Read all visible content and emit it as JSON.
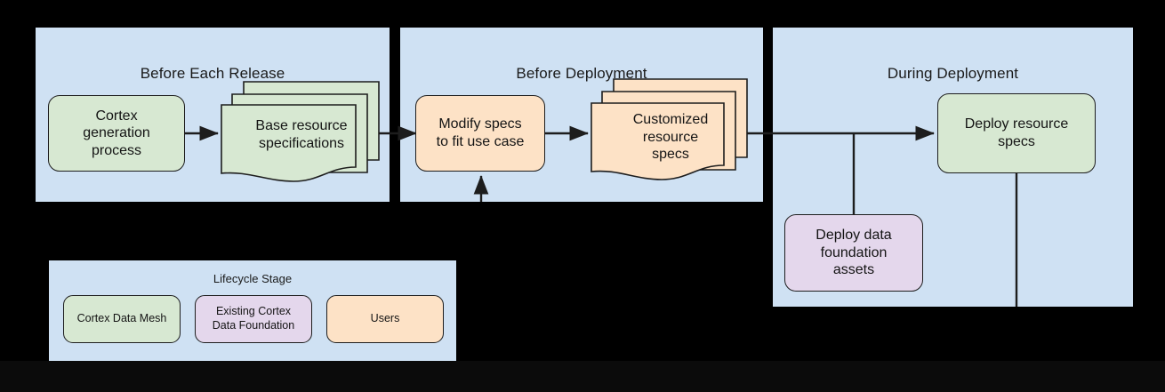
{
  "diagram": {
    "background_color": "#000000",
    "lane_fill": "#cfe1f3",
    "stroke_color": "#1d1d1d",
    "palette": {
      "cortex_data_mesh": "#d7e8d2",
      "existing_cortex_data_foundation": "#e4d7ec",
      "users": "#fde2c6"
    },
    "lanes": [
      {
        "id": "lane-before-each-release",
        "title": "Before Each Release"
      },
      {
        "id": "lane-before-deployment",
        "title": "Before Deployment"
      },
      {
        "id": "lane-during-deployment",
        "title": "During Deployment"
      }
    ],
    "nodes": [
      {
        "id": "cortex-generation-process",
        "label": "Cortex\ngeneration\nprocess",
        "line1": "Cortex",
        "line2": "generation",
        "line3": "process",
        "shape": "rounded-rect",
        "category": "Cortex Data Mesh",
        "fill": "#d7e8d2",
        "lane": "Before Each Release"
      },
      {
        "id": "base-resource-specifications",
        "label": "Base resource\nspecifications",
        "line1": "Base resource",
        "line2": "specifications",
        "shape": "stacked-document",
        "category": "Cortex Data Mesh",
        "fill": "#d7e8d2",
        "lane": "Before Each Release"
      },
      {
        "id": "modify-specs-to-fit-use-case",
        "label": "Modify specs\nto fit use case",
        "line1": "Modify specs",
        "line2": "to fit use case",
        "shape": "rounded-rect",
        "category": "Users",
        "fill": "#fde2c6",
        "lane": "Before Deployment"
      },
      {
        "id": "customized-resource-specs",
        "label": "Customized\nresource\nspecs",
        "line1": "Customized",
        "line2": "resource",
        "line3": "specs",
        "shape": "stacked-document",
        "category": "Users",
        "fill": "#fde2c6",
        "lane": "Before Deployment"
      },
      {
        "id": "deploy-resource-specs",
        "label": "Deploy resource\nspecs",
        "line1": "Deploy resource",
        "line2": "specs",
        "shape": "rounded-rect",
        "category": "Cortex Data Mesh",
        "fill": "#d7e8d2",
        "lane": "During Deployment"
      },
      {
        "id": "deploy-data-foundation-assets",
        "label": "Deploy data\nfoundation\nassets",
        "line1": "Deploy data",
        "line2": "foundation",
        "line3": "assets",
        "shape": "rounded-rect",
        "category": "Existing Cortex Data Foundation",
        "fill": "#e4d7ec",
        "lane": "During Deployment"
      }
    ],
    "edges": [
      {
        "id": "edge-cortex-to-base",
        "from": "cortex-generation-process",
        "to": "base-resource-specifications",
        "arrow": true
      },
      {
        "id": "edge-base-to-modify",
        "from": "base-resource-specifications",
        "to": "modify-specs-to-fit-use-case",
        "arrow": true
      },
      {
        "id": "edge-users-into-modify",
        "from": "users-input",
        "to": "modify-specs-to-fit-use-case",
        "arrow": true
      },
      {
        "id": "edge-modify-to-customized",
        "from": "modify-specs-to-fit-use-case",
        "to": "customized-resource-specs",
        "arrow": true
      },
      {
        "id": "edge-customized-to-deploy",
        "from": "customized-resource-specs",
        "to": "deploy-resource-specs",
        "arrow": true
      },
      {
        "id": "edge-foundation-to-deploy-join",
        "from": "deploy-data-foundation-assets",
        "to": "edge-customized-to-deploy",
        "arrow": false
      },
      {
        "id": "edge-deploy-downstream",
        "from": "deploy-resource-specs",
        "to": "downstream",
        "arrow": false
      }
    ]
  },
  "legend": {
    "title": "Lifecycle Stage",
    "items": [
      {
        "id": "legend-cortex-data-mesh",
        "label": "Cortex Data Mesh",
        "line1": "Cortex Data Mesh",
        "line2": "",
        "fill": "#d7e8d2"
      },
      {
        "id": "legend-existing-cortex-data-foundation",
        "label": "Existing Cortex Data Foundation",
        "line1": "Existing Cortex",
        "line2": "Data Foundation",
        "fill": "#e4d7ec"
      },
      {
        "id": "legend-users",
        "label": "Users",
        "line1": "Users",
        "line2": "",
        "fill": "#fde2c6"
      }
    ]
  }
}
